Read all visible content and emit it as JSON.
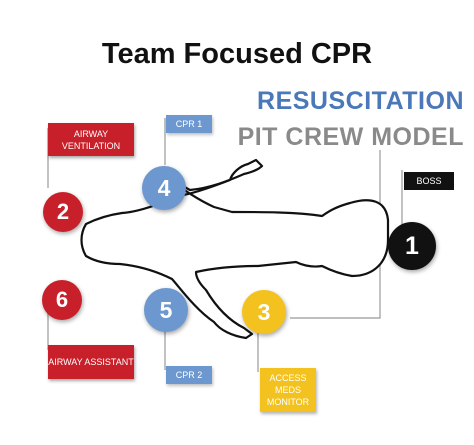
{
  "title": "Team Focused CPR",
  "model_title": {
    "line1": "RESUSCITATION",
    "line2": "PIT CREW MODEL"
  },
  "roles": {
    "r1": {
      "number": "1",
      "label": "BOSS"
    },
    "r2": {
      "number": "2",
      "label": "AIRWAY VENTILATION"
    },
    "r3": {
      "number": "3",
      "label": "ACCESS MEDS MONITOR"
    },
    "r4": {
      "number": "4",
      "label": "CPR 1"
    },
    "r5": {
      "number": "5",
      "label": "CPR 2"
    },
    "r6": {
      "number": "6",
      "label": "AIRWAY ASSISTANT"
    }
  },
  "colors": {
    "red": "#c8202b",
    "blue": "#6c97cf",
    "gold": "#f3c21e",
    "black": "#111111",
    "title_blue": "#4a78b8",
    "title_gray": "#8a8a8a"
  }
}
